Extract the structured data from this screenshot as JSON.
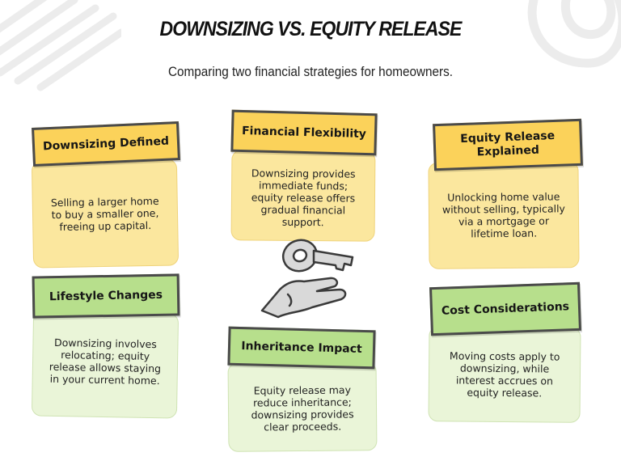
{
  "header": {
    "title": "DOWNSIZING VS. EQUITY RELEASE",
    "subtitle": "Comparing two financial strategies for homeowners."
  },
  "cards": [
    {
      "title": "Downsizing Defined",
      "text": "Selling a larger home to buy a smaller one, freeing up capital.",
      "color": "yellow"
    },
    {
      "title": "Financial Flexibility",
      "text": "Downsizing provides immediate funds; equity release offers gradual financial support.",
      "color": "yellow"
    },
    {
      "title": "Equity Release Explained",
      "text": "Unlocking home value without selling, typically via a mortgage or lifetime loan.",
      "color": "yellow"
    },
    {
      "title": "Lifestyle Changes",
      "text": "Downsizing involves relocating; equity release allows staying in your current home.",
      "color": "green"
    },
    {
      "title": "Inheritance Impact",
      "text": "Equity release may reduce inheritance; downsizing provides clear proceeds.",
      "color": "green"
    },
    {
      "title": "Cost Considerations",
      "text": "Moving costs apply to downsizing, while interest accrues on equity release.",
      "color": "green"
    }
  ],
  "colors": {
    "yellow_head": "#fbd25a",
    "yellow_body": "#fbe79e",
    "green_head": "#b7df8c",
    "green_body": "#eaf5d8"
  },
  "icons": {
    "center": "hand-holding-key-icon",
    "decor_left": "hatch-stripes-decoration",
    "decor_right": "spiral-decoration"
  }
}
